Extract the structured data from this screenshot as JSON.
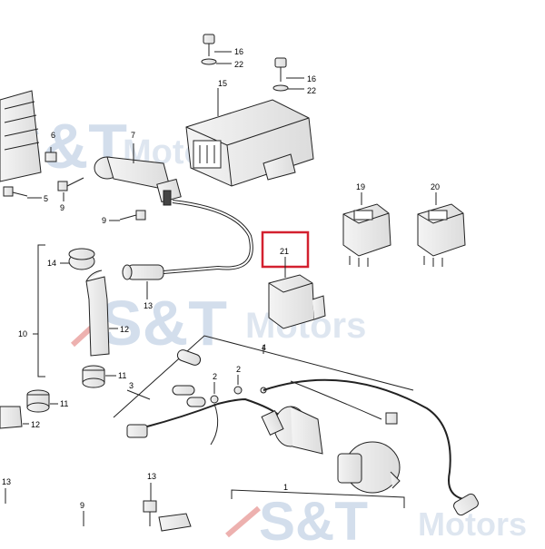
{
  "watermark": {
    "brand": "S&T",
    "suffix": "Motors",
    "color": "#9fb8d6",
    "accent": "#d9534f"
  },
  "highlight": {
    "label": "21",
    "color": "#d3202f"
  },
  "callouts": {
    "c16a": "16",
    "c22a": "22",
    "c16b": "16",
    "c22b": "22",
    "c15": "15",
    "c7": "7",
    "c6": "6",
    "c5": "5",
    "c9a": "9",
    "c9b": "9",
    "c19": "19",
    "c20": "20",
    "c14": "14",
    "c13a": "13",
    "c12a": "12",
    "c10": "10",
    "c11a": "11",
    "c11b": "11",
    "c12b": "12",
    "c4": "4",
    "c3": "3",
    "c2a": "2",
    "c2b": "2",
    "c1": "1",
    "c13b": "13",
    "c9c": "9"
  }
}
